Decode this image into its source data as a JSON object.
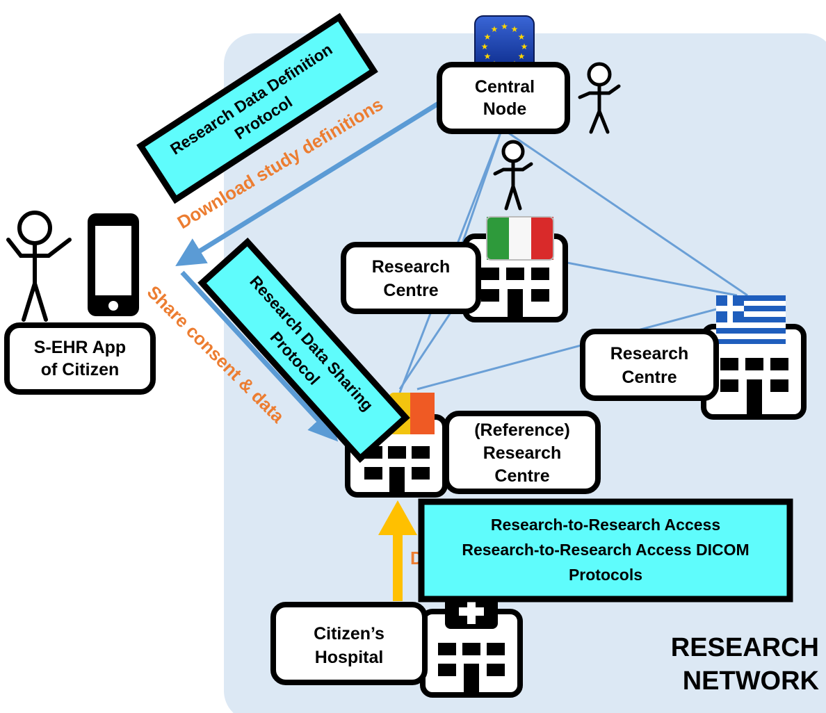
{
  "network": {
    "title_line1": "RESEARCH",
    "title_line2": "NETWORK"
  },
  "nodes": {
    "central": {
      "line1": "Central",
      "line2": "Node"
    },
    "citizen_app": {
      "line1": "S-EHR App",
      "line2": "of Citizen"
    },
    "research_italy": {
      "line1": "Research",
      "line2": "Centre"
    },
    "research_greece": {
      "line1": "Research",
      "line2": "Centre"
    },
    "reference": {
      "line1": "(Reference)",
      "line2": "Research",
      "line3": "Centre"
    },
    "hospital": {
      "line1": "Citizen’s",
      "line2": "Hospital"
    }
  },
  "protocols": {
    "definition": {
      "line1": "Research Data Definition",
      "line2": "Protocol"
    },
    "sharing": {
      "line1": "Research Data Sharing",
      "line2": "Protocol"
    },
    "r2r": {
      "line1": "Research-to-Research Access",
      "line2": "Research-to-Research Access DICOM",
      "line3": "Protocols"
    }
  },
  "flows": {
    "download": "Download study definitions",
    "share": "Share consent & data",
    "hospital_partial": "D"
  },
  "colors": {
    "network_bg": "#dce8f4",
    "link": "#6a9fd6",
    "arrow": "#5b9bd5",
    "protocol_fill": "#5ffcfc",
    "flow_text": "#ec7d31",
    "hospital_arrow": "#ffc000"
  },
  "icons": [
    "eu-flag-icon",
    "italy-flag-icon",
    "greece-flag-icon",
    "spain-flag-icon",
    "stick-figure-icon",
    "smartphone-icon",
    "building-icon",
    "hospital-icon"
  ]
}
